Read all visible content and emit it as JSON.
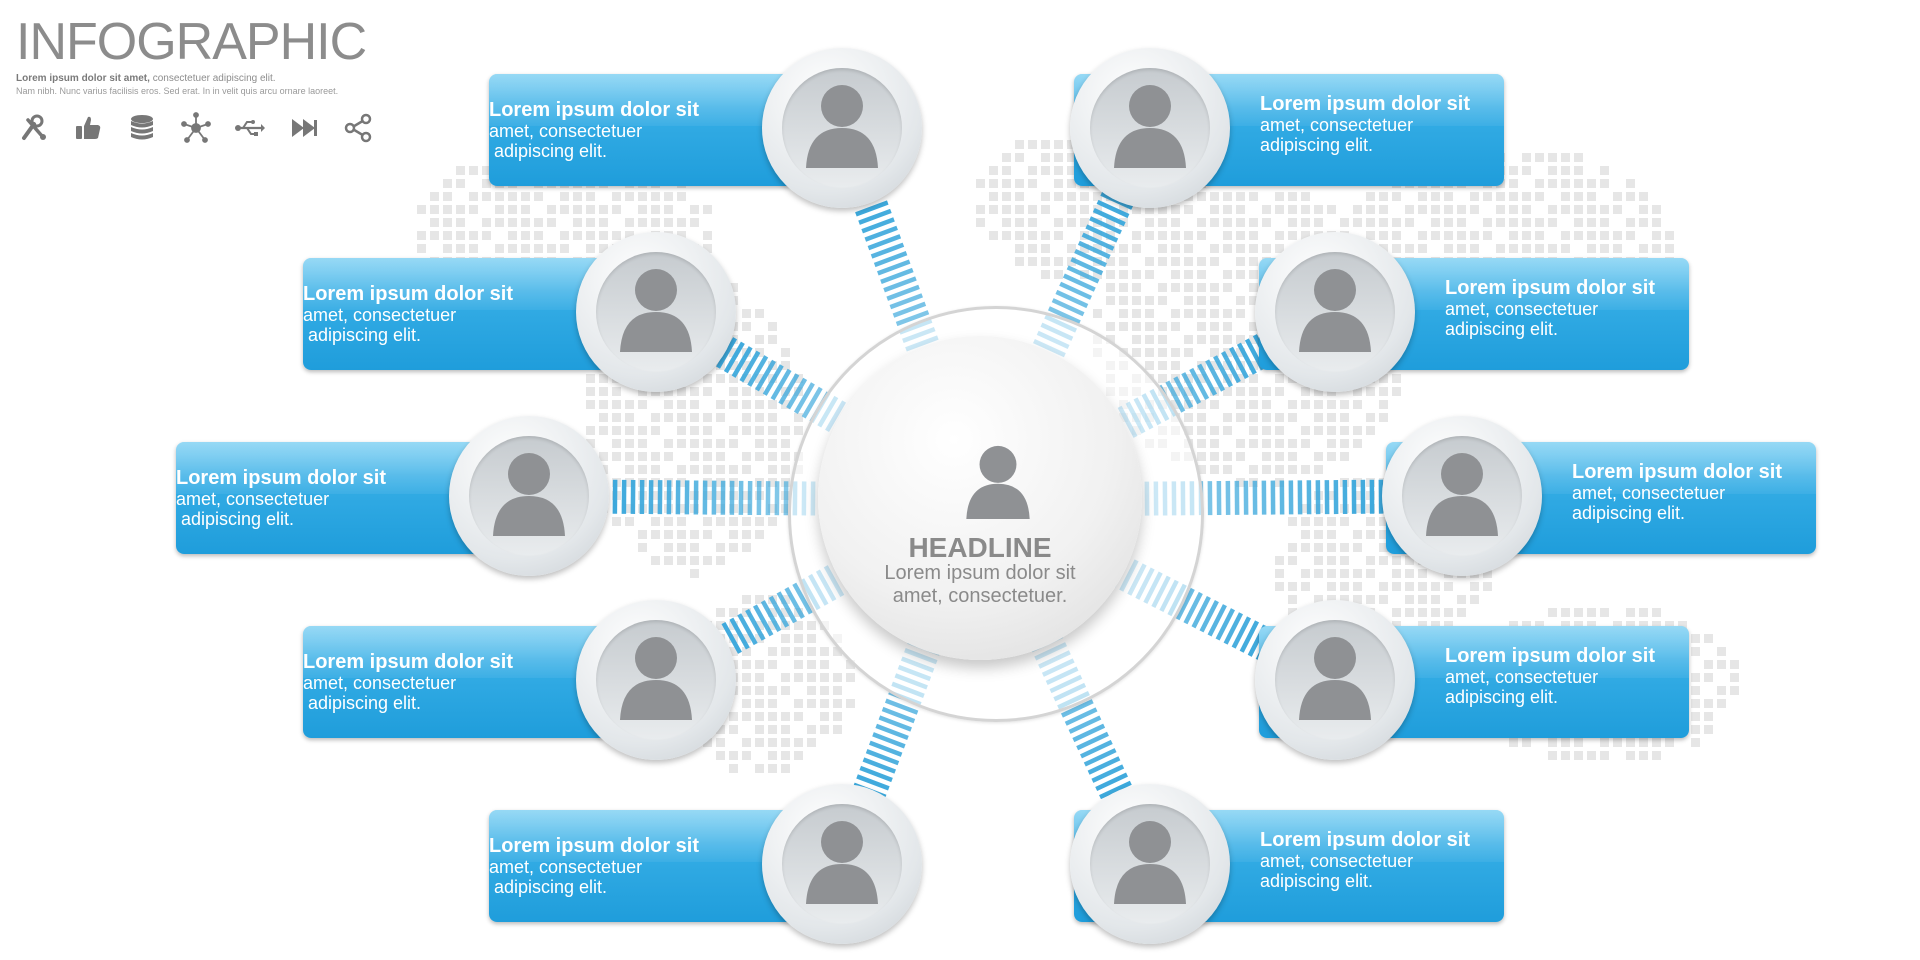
{
  "brand": {
    "title": "INFOGRAPHIC",
    "line1_bold": "Lorem ipsum dolor sit amet,",
    "line1_rest": " consectetuer adipiscing elit.",
    "line2": "Nam nibh. Nunc varius facilisis eros. Sed erat. In in velit quis arcu ornare laoreet."
  },
  "icons": [
    "tools-icon",
    "thumbs-up-icon",
    "database-icon",
    "network-icon",
    "usb-icon",
    "fast-forward-icon",
    "share-icon"
  ],
  "hub": {
    "headline": "HEADLINE",
    "line1": "Lorem ipsum dolor sit",
    "line2": "amet, consectetuer."
  },
  "nodes": [
    {
      "title": "Lorem ipsum dolor sit",
      "line1": "amet, consectetuer",
      "line2": "adipiscing elit."
    },
    {
      "title": "Lorem ipsum dolor sit",
      "line1": "amet, consectetuer",
      "line2": "adipiscing elit."
    },
    {
      "title": "Lorem ipsum dolor sit",
      "line1": "amet, consectetuer",
      "line2": "adipiscing elit."
    },
    {
      "title": "Lorem ipsum dolor sit",
      "line1": "amet, consectetuer",
      "line2": "adipiscing elit."
    },
    {
      "title": "Lorem ipsum dolor sit",
      "line1": "amet, consectetuer",
      "line2": "adipiscing elit."
    },
    {
      "title": "Lorem ipsum dolor sit",
      "line1": "amet, consectetuer",
      "line2": "adipiscing elit."
    },
    {
      "title": "Lorem ipsum dolor sit",
      "line1": "amet, consectetuer",
      "line2": "adipiscing elit."
    },
    {
      "title": "Lorem ipsum dolor sit",
      "line1": "amet, consectetuer",
      "line2": "adipiscing elit."
    },
    {
      "title": "Lorem ipsum dolor sit",
      "line1": "amet, consectetuer",
      "line2": "adipiscing elit."
    },
    {
      "title": "Lorem ipsum dolor sit",
      "line1": "amet, consectetuer",
      "line2": "adipiscing elit."
    }
  ],
  "colors": {
    "card": "#2aa6e0",
    "stripe": "#3ba8dc",
    "avatar_figure": "#8f9194",
    "text_gray": "#8a8a8a",
    "map_dots": "#e6e6e6"
  }
}
